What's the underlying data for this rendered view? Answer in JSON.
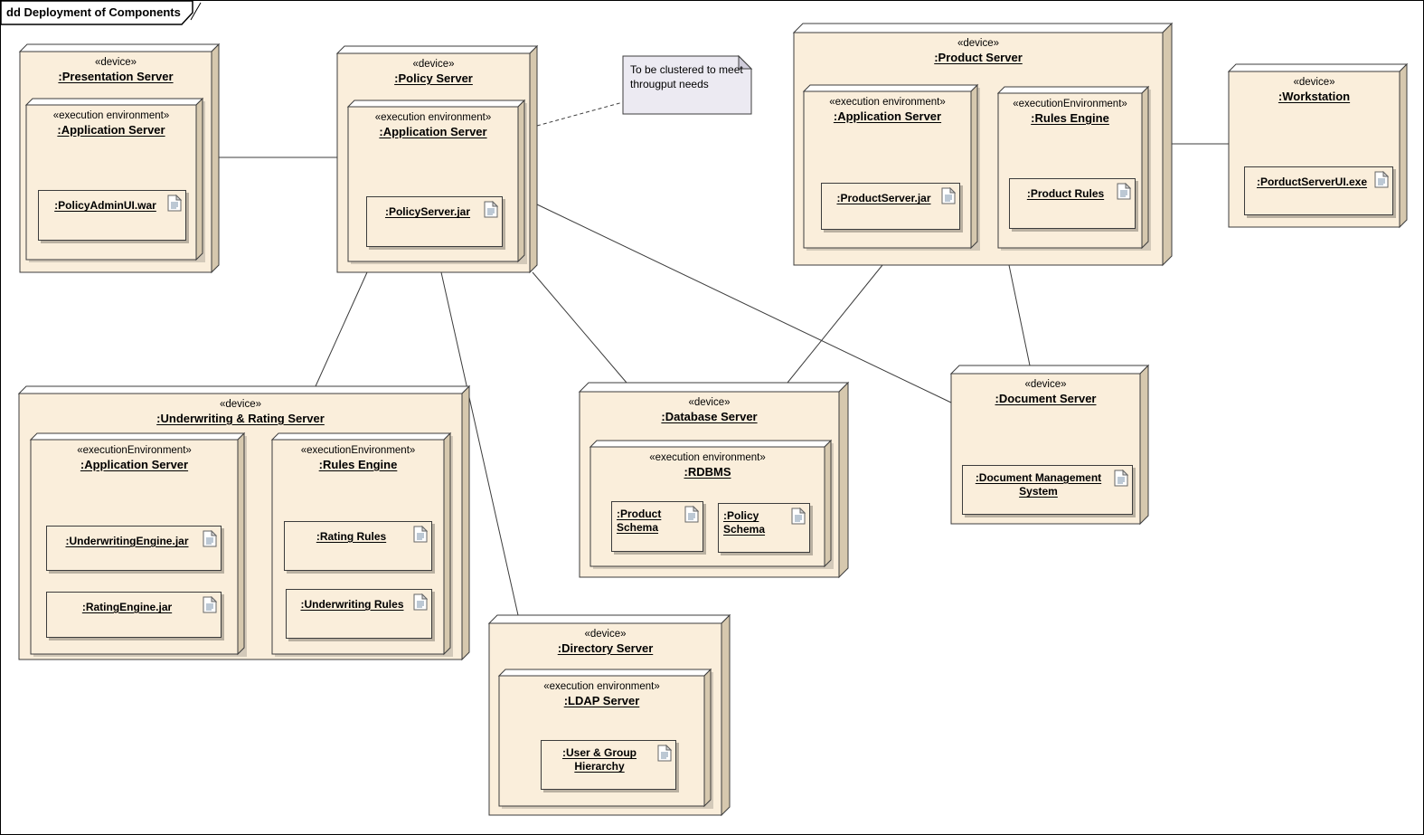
{
  "frame": {
    "title": "dd Deployment of Components"
  },
  "colors": {
    "node_fill": "#FAEEDB",
    "node_top": "#FFFFFF",
    "node_side": "#D6C8AE",
    "border": "#3C3C3C",
    "connector": "#3C3C3C",
    "shadow": "#B9B0A1",
    "note_fill": "#ECEAF2",
    "note_fold": "#CFCCDA",
    "icon_line": "#7A90A8"
  },
  "note": {
    "text": "To be clustered to meet througput needs"
  },
  "nodes": {
    "presentation": {
      "stereotype": "«device»",
      "name": ":Presentation Server",
      "env": {
        "stereotype": "«execution environment»",
        "name": ":Application Server",
        "artifact": {
          "label": ":PolicyAdminUI.war"
        }
      }
    },
    "policy": {
      "stereotype": "«device»",
      "name": ":Policy Server",
      "env": {
        "stereotype": "«execution environment»",
        "name": ":Application Server",
        "artifact": {
          "label": ":PolicyServer.jar"
        }
      }
    },
    "product": {
      "stereotype": "«device»",
      "name": ":Product Server",
      "app_env": {
        "stereotype": "«execution environment»",
        "name": ":Application Server",
        "artifact": {
          "label": ":ProductServer.jar"
        }
      },
      "rules_env": {
        "stereotype": "«executionEnvironment»",
        "name": ":Rules Engine",
        "artifact": {
          "label": ":Product Rules"
        }
      }
    },
    "workstation": {
      "stereotype": "«device»",
      "name": ":Workstation",
      "artifact": {
        "label": ":PorductServerUI.exe"
      }
    },
    "underwriting": {
      "stereotype": "«device»",
      "name": ":Underwriting & Rating Server",
      "app_env": {
        "stereotype": "«executionEnvironment»",
        "name": ":Application Server",
        "artifacts": [
          {
            "label": ":UnderwritingEngine.jar"
          },
          {
            "label": ":RatingEngine.jar"
          }
        ]
      },
      "rules_env": {
        "stereotype": "«executionEnvironment»",
        "name": ":Rules Engine",
        "artifacts": [
          {
            "label": ":Rating Rules"
          },
          {
            "label": ":Underwriting Rules"
          }
        ]
      }
    },
    "database": {
      "stereotype": "«device»",
      "name": ":Database Server",
      "env": {
        "stereotype": "«execution environment»",
        "name": ":RDBMS",
        "artifacts": [
          {
            "label": ":Product Schema"
          },
          {
            "label": ":Policy Schema"
          }
        ]
      }
    },
    "document": {
      "stereotype": "«device»",
      "name": ":Document Server",
      "artifact": {
        "label": ":Document Management System"
      }
    },
    "directory": {
      "stereotype": "«device»",
      "name": ":Directory Server",
      "env": {
        "stereotype": "«execution environment»",
        "name": ":LDAP Server",
        "artifact": {
          "label": ":User & Group Hierarchy"
        }
      }
    }
  }
}
